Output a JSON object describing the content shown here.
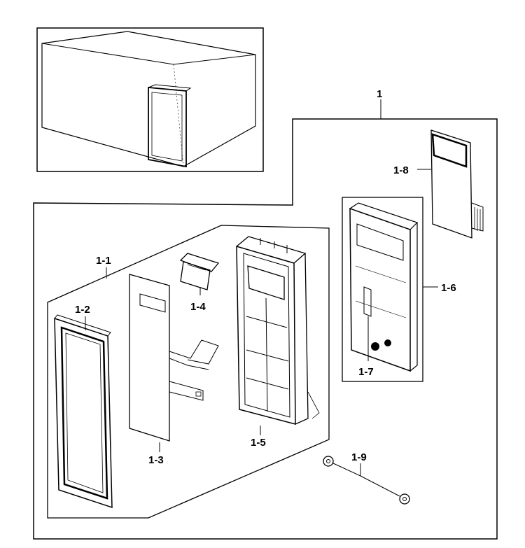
{
  "labels": {
    "assembly": "1",
    "door_frame_assy": "1-1",
    "door_screen": "1-2",
    "door_panel": "1-3",
    "window_piece": "1-4",
    "control_frame": "1-5",
    "control_bracket": "1-6",
    "switch": "1-7",
    "pcb_display": "1-8",
    "screws": "1-9"
  },
  "colors": {
    "line": "#000000",
    "background": "#ffffff",
    "shade": "#dcdcdc"
  }
}
